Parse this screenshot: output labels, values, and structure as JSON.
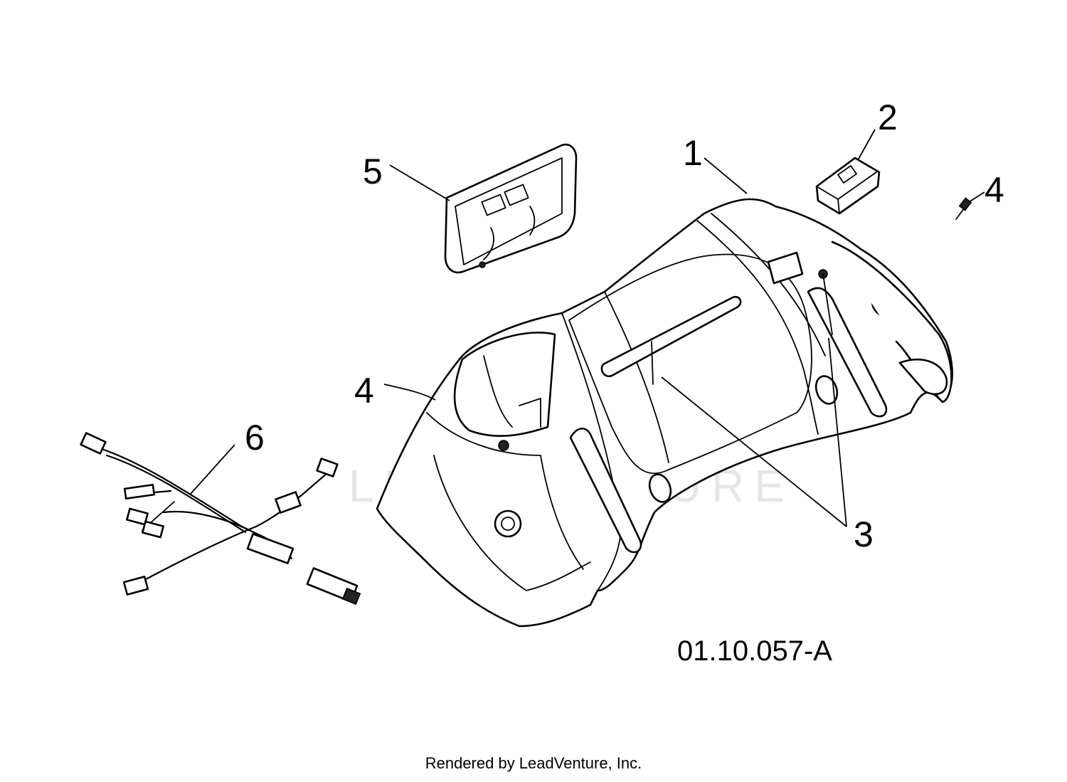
{
  "diagram": {
    "callouts": [
      {
        "id": "1",
        "label": "1"
      },
      {
        "id": "2",
        "label": "2"
      },
      {
        "id": "3",
        "label": "3"
      },
      {
        "id": "4",
        "label": "4"
      },
      {
        "id": "5",
        "label": "5"
      },
      {
        "id": "6",
        "label": "6"
      }
    ],
    "drawing_code": "01.10.057-A",
    "credit": "Rendered by LeadVenture, Inc.",
    "watermark": "LEADVENTURE"
  }
}
